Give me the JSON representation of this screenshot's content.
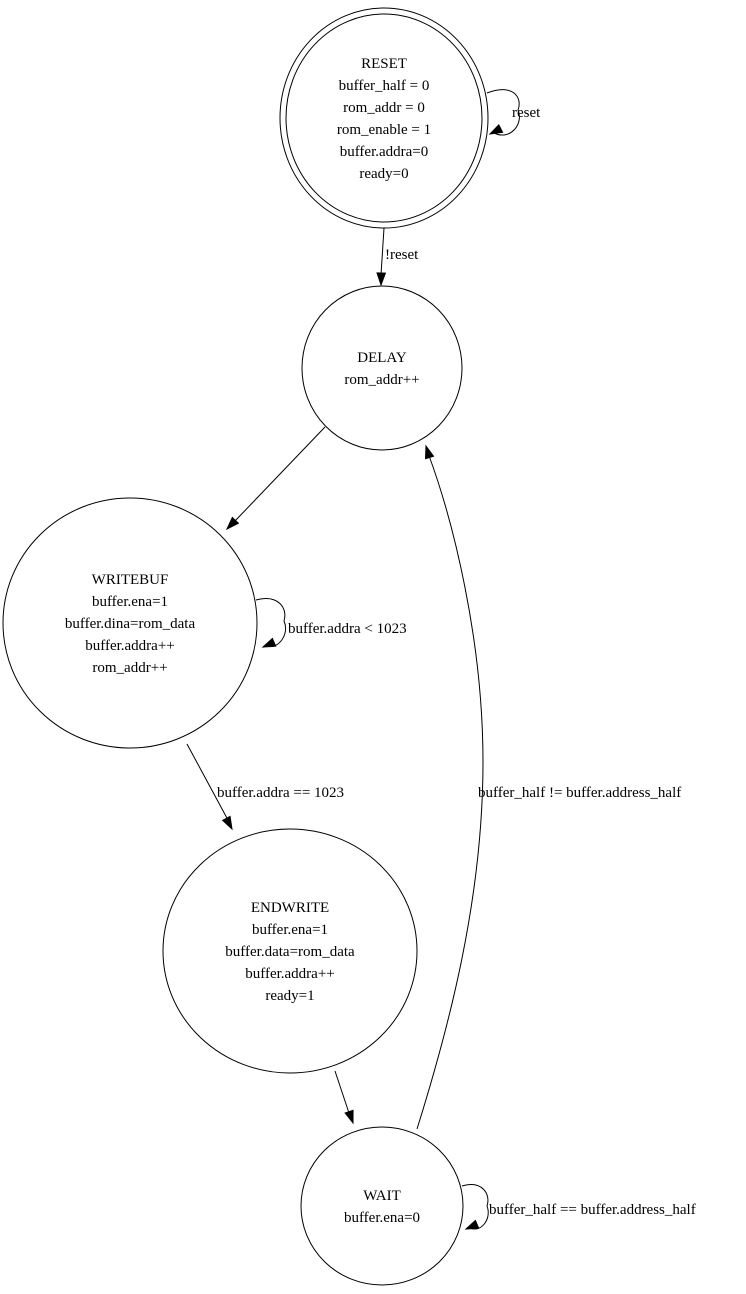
{
  "diagram": {
    "type": "state-machine",
    "colors": {
      "stroke": "#000000",
      "fill": "#ffffff",
      "background": "#ffffff",
      "text": "#000000"
    },
    "states": [
      {
        "id": "RESET",
        "name": "RESET",
        "actions": [
          "buffer_half = 0",
          "rom_addr = 0",
          "rom_enable = 1",
          "buffer.addra=0",
          "ready=0"
        ],
        "double_circle": true
      },
      {
        "id": "DELAY",
        "name": "DELAY",
        "actions": [
          "rom_addr++"
        ],
        "double_circle": false
      },
      {
        "id": "WRITEBUF",
        "name": "WRITEBUF",
        "actions": [
          "buffer.ena=1",
          "buffer.dina=rom_data",
          "buffer.addra++",
          "rom_addr++"
        ],
        "double_circle": false
      },
      {
        "id": "ENDWRITE",
        "name": "ENDWRITE",
        "actions": [
          "buffer.ena=1",
          "buffer.data=rom_data",
          "buffer.addra++",
          "ready=1"
        ],
        "double_circle": false
      },
      {
        "id": "WAIT",
        "name": "WAIT",
        "actions": [
          "buffer.ena=0"
        ],
        "double_circle": false
      }
    ],
    "transitions": [
      {
        "from": "RESET",
        "to": "RESET",
        "label": "reset"
      },
      {
        "from": "RESET",
        "to": "DELAY",
        "label": "!reset"
      },
      {
        "from": "DELAY",
        "to": "WRITEBUF",
        "label": ""
      },
      {
        "from": "WRITEBUF",
        "to": "WRITEBUF",
        "label": "buffer.addra < 1023"
      },
      {
        "from": "WRITEBUF",
        "to": "ENDWRITE",
        "label": "buffer.addra == 1023"
      },
      {
        "from": "ENDWRITE",
        "to": "WAIT",
        "label": ""
      },
      {
        "from": "WAIT",
        "to": "WAIT",
        "label": "buffer_half == buffer.address_half"
      },
      {
        "from": "WAIT",
        "to": "DELAY",
        "label": "buffer_half != buffer.address_half"
      }
    ]
  }
}
